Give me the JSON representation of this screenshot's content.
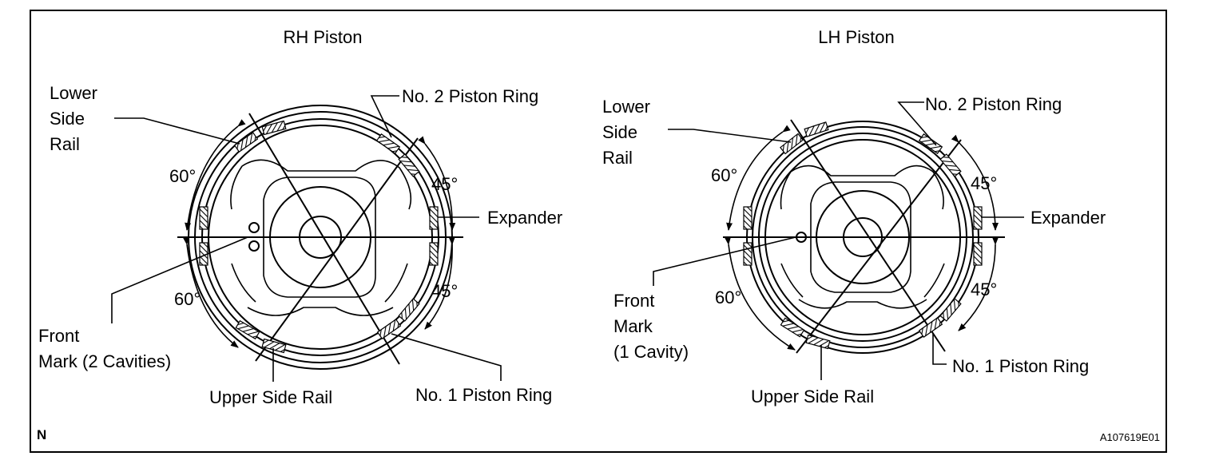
{
  "rh": {
    "title": "RH Piston",
    "lower_side_rail": [
      "Lower",
      "Side",
      "Rail"
    ],
    "no2_ring": "No. 2 Piston Ring",
    "expander": "Expander",
    "angle_top_left": "60°",
    "angle_bottom_left": "60°",
    "angle_top_right": "45°",
    "angle_bottom_right": "45°",
    "front_mark": [
      "Front",
      "Mark (2 Cavities)"
    ],
    "upper_side_rail": "Upper Side Rail",
    "no1_ring": "No. 1 Piston Ring"
  },
  "lh": {
    "title": "LH Piston",
    "lower_side_rail": [
      "Lower",
      "Side",
      "Rail"
    ],
    "no2_ring": "No. 2 Piston Ring",
    "expander": "Expander",
    "angle_top_left": "60°",
    "angle_bottom_left": "60°",
    "angle_top_right": "45°",
    "angle_bottom_right": "45°",
    "front_mark": [
      "Front",
      "Mark",
      "(1 Cavity)"
    ],
    "upper_side_rail": "Upper Side Rail",
    "no1_ring": "No. 1 Piston Ring"
  },
  "corner_letter": "N",
  "figure_id": "A107619E01"
}
